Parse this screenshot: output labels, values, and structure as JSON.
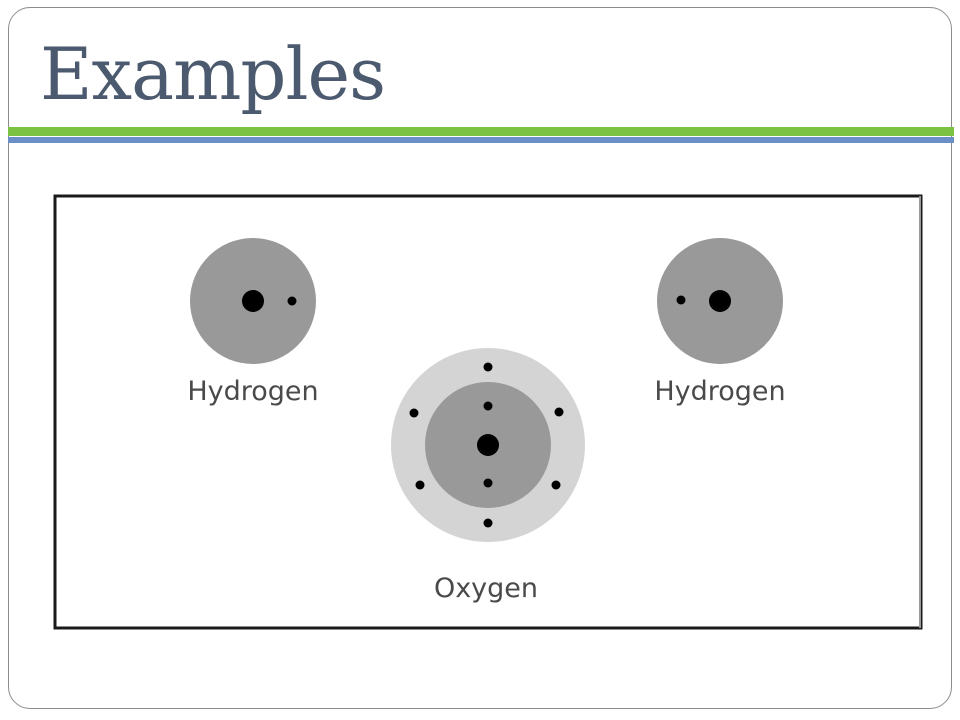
{
  "slide": {
    "title": "Examples"
  },
  "diagram": {
    "atoms": [
      {
        "id": "hydrogen-left",
        "label": "Hydrogen",
        "shells": [
          1
        ]
      },
      {
        "id": "oxygen",
        "label": "Oxygen",
        "shells": [
          2,
          6
        ]
      },
      {
        "id": "hydrogen-right",
        "label": "Hydrogen",
        "shells": [
          1
        ]
      }
    ],
    "colors": {
      "inner_shell": "#999999",
      "outer_shell": "#d4d4d4",
      "nucleus": "#000000",
      "electron": "#000000",
      "frame": "#1a1a1a",
      "title": "#4b5a6e",
      "accent_green": "#7cc242",
      "accent_blue": "#6b8fc7"
    }
  }
}
